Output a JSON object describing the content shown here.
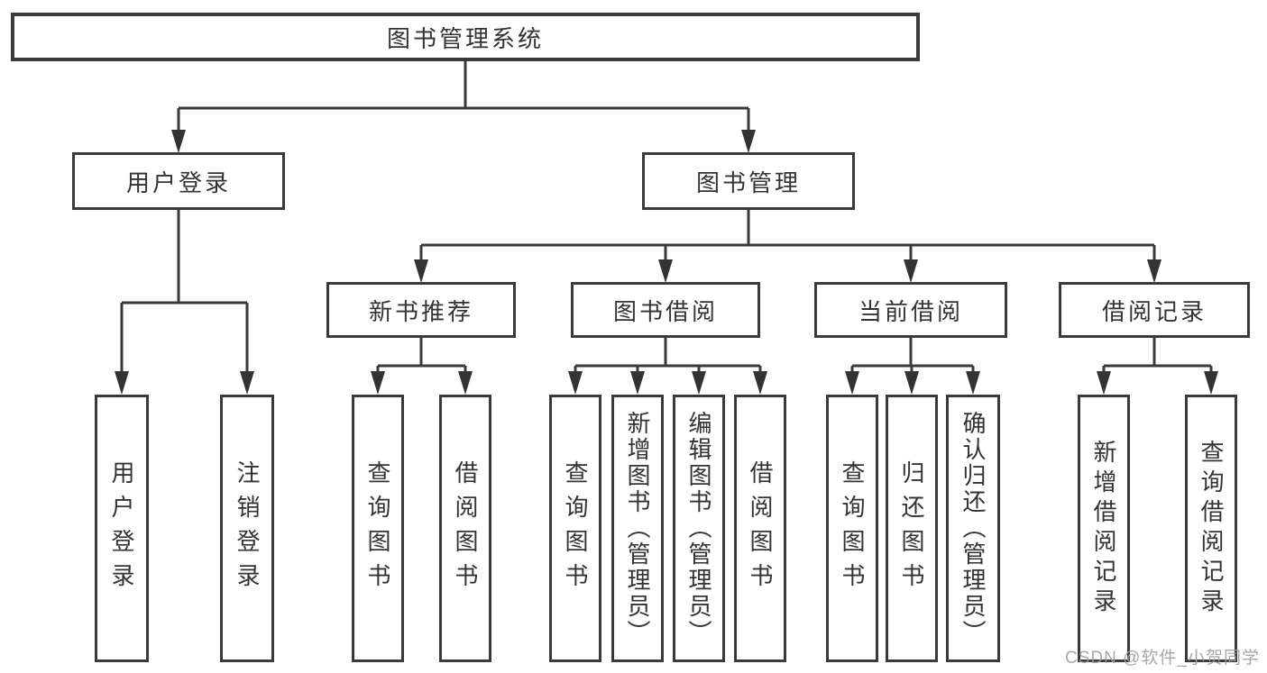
{
  "diagram": {
    "root": {
      "label": "图书管理系统"
    },
    "branches": [
      {
        "label": "用户登录",
        "children": [
          {
            "label": "用户登录"
          },
          {
            "label": "注销登录"
          }
        ]
      },
      {
        "label": "图书管理",
        "children": [
          {
            "label": "新书推荐",
            "children": [
              {
                "label": "查询图书"
              },
              {
                "label": "借阅图书"
              }
            ]
          },
          {
            "label": "图书借阅",
            "children": [
              {
                "label": "查询图书"
              },
              {
                "label": "新增图书（管理员）"
              },
              {
                "label": "编辑图书（管理员）"
              },
              {
                "label": "借阅图书"
              }
            ]
          },
          {
            "label": "当前借阅",
            "children": [
              {
                "label": "查询图书"
              },
              {
                "label": "归还图书"
              },
              {
                "label": "确认归还（管理员）"
              }
            ]
          },
          {
            "label": "借阅记录",
            "children": [
              {
                "label": "新增借阅记录"
              },
              {
                "label": "查询借阅记录"
              }
            ]
          }
        ]
      }
    ],
    "colors": {
      "line": "#3a3a3a",
      "text": "#333333",
      "watermark": "#9e9e9e",
      "background": "#ffffff"
    }
  },
  "watermark": {
    "text": "CSDN @软件_小贺同学"
  }
}
